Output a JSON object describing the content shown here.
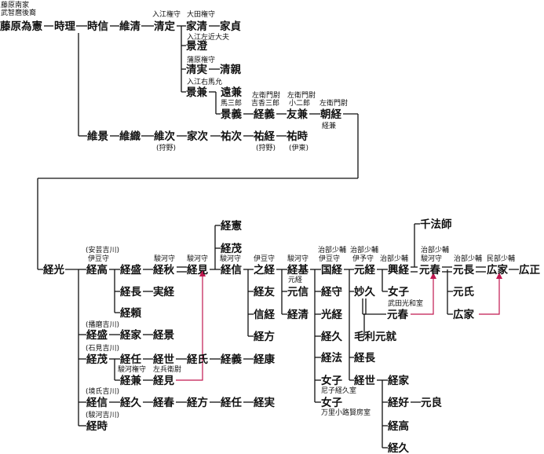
{
  "header": {
    "clan": "藤原南家",
    "descent": "武智麿後裔"
  },
  "names": {
    "tamenori": "藤原為憲",
    "tokimasa": "時理",
    "tokinobu": "時信",
    "koresada": "維清",
    "kiyosada": "清定",
    "iekiyo": "家清",
    "iesada": "家貞",
    "kagesumi": "景澄",
    "kiyozane": "清実",
    "kiyochika": "清親",
    "kagekane": "景兼",
    "tokane": "遠兼",
    "kageyoshi": "景義",
    "tsuneyoshi": "経義",
    "tomokane": "友兼",
    "asatsune": "朝経",
    "korekage": "維景",
    "koreori": "維織",
    "koretsugu": "維次",
    "ietsugu": "家次",
    "suketsugu": "祐次",
    "suketsune": "祐経",
    "suketoki": "祐時",
    "tsunemitsu": "経光",
    "tsunetaka": "経高",
    "tsunemori": "経盛",
    "tsuneaki": "経秋",
    "tsunemi": "経見",
    "tsunenori": "経憲",
    "tsuneshige": "経茂",
    "tsunenobu": "経信",
    "yukitsune": "之経",
    "tsunetomo": "経友",
    "nobutsune": "信経",
    "tsunekata": "経方",
    "tsunemoto": "経基",
    "motonobu": "元信",
    "tsunekiyo": "経清",
    "kunitsune": "国経",
    "tsunemori2": "経守",
    "mitsutsune": "光経",
    "tsunehisa": "経久",
    "tsunenori2": "経法",
    "nyoshi1": "女子",
    "nyoshi2": "女子",
    "mototsune": "元経",
    "myokyu": "妙久",
    "tsuneyo": "経世",
    "mori_motonari": "毛利元就",
    "tsunenaga2": "経長",
    "okitsune": "興経",
    "nyoshi3": "女子",
    "motoharu1": "元春",
    "motoharu2": "元春",
    "senhoshi": "千法師",
    "motonaga": "元長",
    "motouji": "元氏",
    "hiroie1": "広家",
    "hiroie2": "広家",
    "hiromasa": "広正",
    "tsuneie2": "経家",
    "tsuneyoshi2": "経好",
    "motoyoshi": "元良",
    "tsunetaka2": "経高",
    "tsunehisa3": "経久",
    "tsunenaga": "経長",
    "sanetsune": "実経",
    "tsuneyori": "経頼",
    "tsunemori3": "経盛",
    "tsuneie": "経家",
    "tsunekage": "経景",
    "tsuneshige2": "経茂",
    "tsuneto": "経任",
    "tsuneyo2": "経世",
    "tsuneuji": "経氏",
    "tsuneyoshi3": "経義",
    "tsuneyasu": "経康",
    "tsunekane": "経兼",
    "tsunemi2": "経見",
    "tsunenobu2": "経信",
    "tsunehisa2": "経久",
    "tsuneharu": "経春",
    "tsunekata2": "経方",
    "tsuneto2": "経任",
    "tsunezane": "経実",
    "tsunetoki": "経時"
  },
  "notes": {
    "irie_gonnokami": "入江権守",
    "ota_gonnokami": "大田権守",
    "irie_sakon": "入江左近大夫",
    "kamahara": "蒲原権守",
    "irie_uma": "入江右馬允",
    "umasaburo": "馬三郎",
    "saemon1": "左衛門尉",
    "kikkasaburo": "吉香三郎",
    "saemon2": "左衛門尉",
    "kojiro": "小二郎",
    "saemon3": "左衛門尉",
    "kyokan": "経兼",
    "kano1": "(狩野)",
    "kano2": "(狩野)",
    "ito": "(伊東)",
    "aki_kikkawa": "(安芸吉川)",
    "izu1": "伊豆守",
    "suruga1": "駿河守",
    "suruga2": "駿河守",
    "suruga3": "駿河守",
    "izu2": "伊豆守",
    "suruga4": "駿河守",
    "motoke": "元経",
    "jibu1": "治部少輔",
    "izu3": "伊豆守",
    "jibu2": "治部少輔",
    "iyo": "伊予守",
    "jibu3": "治部少輔",
    "jibu4": "治部少輔",
    "suruga5": "駿河守",
    "jibu5": "治部少輔",
    "minbu": "民部少輔",
    "takeda_wife": "武田光和室",
    "amako_wife": "尼子経久室",
    "madenokoji_wife": "万里小路賢房室",
    "harima_kikkawa": "(播磨吉川)",
    "ishimi_kikkawa": "(石見吉川)",
    "suruga_gonnokami": "駿河権守",
    "sahyoe": "左兵衛尉",
    "sakai_kikkawa": "(境氏吉川)",
    "suruga_kikkawa": "(駿河吉川)"
  },
  "colors": {
    "line": "#111111",
    "adoption_arrow": "#c0174f"
  }
}
